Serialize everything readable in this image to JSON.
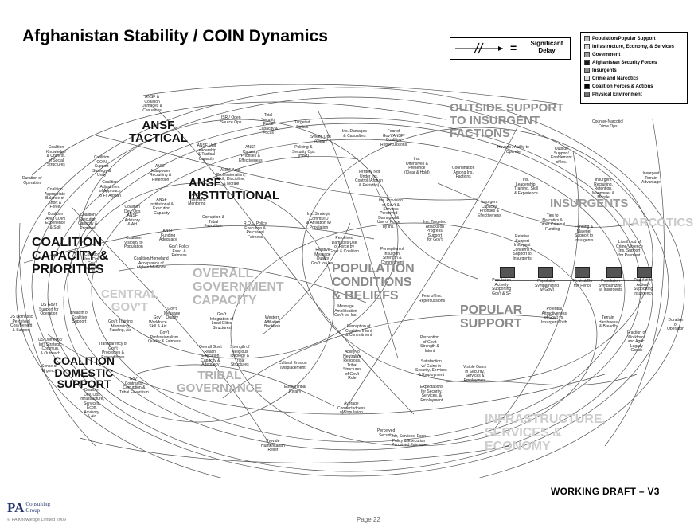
{
  "title": "Afghanistan Stability / COIN Dynamics",
  "delay_legend": {
    "symbol_icon": "double-hash-arrow",
    "equals": "=",
    "label": "Significant Delay"
  },
  "legend": [
    {
      "label": "Population/Popular Support",
      "color": "#bdbdbd"
    },
    {
      "label": "Infrastructure, Economy, & Services",
      "color": "#d9d9d9"
    },
    {
      "label": "Government",
      "color": "#9e9e9e"
    },
    {
      "label": "Afghanistan Security Forces",
      "color": "#1a1a1a"
    },
    {
      "label": "Insurgents",
      "color": "#8c8c8c"
    },
    {
      "label": "Crime and Narcotics",
      "color": "#e0e0e0"
    },
    {
      "label": "Coalition Forces & Actions",
      "color": "#000000"
    },
    {
      "label": "Physical Environment",
      "color": "#737373"
    }
  ],
  "sections": {
    "ansf_tactical": "ANSF\nTACTICAL",
    "ansf_institutional": "ANSF\nINSTITUTIONAL",
    "coalition_capacity": "COALITION\nCAPACITY &\nPRIORITIES",
    "coalition_domestic": "COALITION\nDOMESTIC\nSUPPORT",
    "outside_support": "OUTSIDE SUPPORT\nTO INSURGENT\nFACTIONS",
    "insurgents": "INSURGENTS",
    "narcotics": "NARCOTICS",
    "overall_government": "OVERALL\nGOVERNMENT\nCAPACITY",
    "central_govt": "CENTRAL\nGOV'T",
    "tribal_governance": "TRIBAL\nGOVERNANCE",
    "population_conditions": "POPULATION\nCONDITIONS\n& BELIEFS",
    "popular_support": "POPULAR\nSUPPORT",
    "infrastructure": "INFRASTRUCTURE,\nSERVICES &\nECONOMY"
  },
  "nodes": {
    "ansf_coalition_casualties": "ANSF &\nCoalition\nDamages &\nCasualties",
    "isr_open_source": "ISR / Open\nSource Ops",
    "total_security_force": "Total\nSecurity\nForce\nCapacity &\nFocus",
    "targeted_strikes": "Targeted\nStrikes",
    "sweep_ops": "Sweep Ops\n(Clear)",
    "policing_security_ops": "Policing &\nSecurity Ops\n(Hold)",
    "ins_damages": "Ins. Damages\n& Casualties",
    "fear_govt_ansf": "Fear of\nGov't/ANSF/\nCoalition\nRepercussions",
    "counter_narcotic": "Counter-Narcotic/\nCrime Ops",
    "ansf_unit_leadership": "ANSF Unit\nLeadership\n& Tactical\nCapacity",
    "ansf_capacity": "ANSF\nCapacity,\nPriorities &\nEffectiveness",
    "ansf_manpower": "ANSF\nManpower\nRecruiting &\nRetention",
    "ansf_professionalism": "ANSF Avail.\nProfessionalism,\nSkill, Discipline,\n& Morale",
    "ansf_training": "ANSF\nTraining &\nMentoring",
    "ansf_institutional_cap": "ANSF\nInstitutional &\nExecution\nCapacity",
    "ansf_funding": "ANSF\nFunding\nAdequacy",
    "corruption_tribal": "Corruption &\nTribal\nFavoritism",
    "rol_policy": "R.O.L. Policy\nExecution &\nPerceived\nFairness",
    "coalition_knowledge": "Coalition\nKnowledge\n& Underst.\nof Social\nStructures",
    "duration_operation_left": "Duration of\nOperation",
    "coalition_coin": "Coalition\nCOIN\nSupport\nStrategy &\nUnity",
    "coalition_appropriate": "Coalition\nAppropriate\nBalance of\nEffort &\nForce",
    "coalition_adjustment": "Coalition\nAdjustment\nof Approach\nto Fit Afghan",
    "coalition_dev_ops": "Coalition\nDev. Ops\nANSF\nAdvisory\n& Aid",
    "coalition_avail": "Coalition\nAvail COIN\nExperience\n& Skill",
    "coalition_exec": "Coalition\nExecution\nCapacity &\nPriorities",
    "coalition_visibility": "Coalition\nVisibility to\nPopulation",
    "coalition_gov_advisory": "Coalition\nIns. Ops\nGov't\nAdvisory\n& Aid",
    "coalition_homeland": "Coalition/Homeland\nAcceptance of\nAfghan Methods",
    "us_govt_support": "US Gov't\nSupport for\nOperation",
    "breadth_support": "Breadth of\nCoalition\nSupport",
    "us_domestic_perceived": "US Domestic\nPerceived\nCost/Benefit\n& Support",
    "us_domestic_intl": "US Domestic/\nInt'l Strategic\nCommun.\n& Outreach",
    "coalition_dev_infra": "Coalition\nDev. Ops\nInfrastructure,\nServices,\nEcon.\nAdvisory,\n& Aid",
    "ins_offensives": "Ins.\nOffensives &\nPresence\n(Clear & Hold)",
    "territory_not_under_ins": "Territory Not\nUnder Ins.\nControl (Afghan\n& Pakistan)",
    "ins_strategic_comm": "Ins. Strategic\nComms/IO\n& Affiliation w/\nPopulation",
    "ins_provision": "Ins. Provision\nof Gov't &\nServices",
    "perceived_damages": "Perceived\nDamages &\nUse of Force\nby Ins.",
    "ins_targeted_attacks": "Ins. Targeted\nAttacks on\nProgress/\nSupport\nfor Gov't",
    "perception_ins_strength": "Perception of\nInsurgent\nStrength &\nCommitment",
    "havens": "Havens / Ability to\nOperate",
    "outside_support_node": "Outside\nSupport/\nEnablement\nof Ins.",
    "coordination_factions": "Coordination\nAmong Ins.\nFactions",
    "ins_leadership": "Ins.\nLeadership,\nTraining, Skill\n& Experience",
    "insurgent_capacity": "Insurgent\nCapacity,\nPriorities &\nEffectiveness",
    "insurgent_recruiting": "Insurgent\nRecruiting,\nRetention,\nManpower &\nMorale",
    "insurgent_terrain": "Insurgent\nTerrain\nAdvantage",
    "ties_narcotics": "Ties to\nNarcotics &\nOther Criminal\nFunding",
    "funding_materiel": "Funding &\nMateriel\nSupport to\nInsurgents",
    "relative_support": "Relative\nSupport\nInsurgent\nConcerns /\nSupport to\nInsurgents",
    "likelihood_crime": "Likelihood of\nCrime/Violence\nIns. Support\nfor Payment",
    "pop_active_govt": "Population\nActively\nSupporting\nGov't & SF",
    "pop_sympathize_govt": "Population\nSympathizing\nw/ Gov't",
    "neutral_fence": "Neutral/On\nthe Fence",
    "pop_sympathize_ins": "Population\nSympathizing\nw/ Insurgents",
    "pop_active_ins": "Population\nActively\nSupporting\nInsurgency",
    "potential_attractiveness": "Potential\nAttractiveness\nof Gov't vs.\nInsurgent Path",
    "terrain_harshness": "Terrain\nHarshness\n& Breadth",
    "fraction_workforce": "Fraction of\nWorkforce\nand Agric.\nLegacy\nGoods",
    "duration_operation_right": "Duration\nof\nOperation",
    "perceived_damages_force": "Perceived\nDamages/Use\nof Force by\nGov't & Coalition",
    "relative_message": "Relative\nMessage\nQuality\nGov't vs. Ins.",
    "message_amplification": "Message\nAmplification\nGov't vs. Ins.",
    "fear_ins_repercussions": "Fear of Ins.\nRepercussions",
    "perception_coalition": "Perception of\nCoalition Intent\n& Commitment",
    "western_affiliation": "Western\nAffiliation\nBacklash",
    "perception_govt_strength": "Perception\nof Gov't\nStrength &\nIntent",
    "satisfaction_gains": "Satisfaction\nw/ Gains in\nSecurity, Services\n& Employment",
    "visible_gains": "Visible Gains\nin Security,\nServices &\nEmployment",
    "expectations_security": "Expectations\nfor Security,\nServices, &\nEmployment",
    "ability_to_neutralize": "Ability to\nNeutralize\nReligious,\nTribal\nStructures\nof Gov't\nRule",
    "strength_religious": "Strength of\nReligious\nIdeology &\nTribal\nStructures",
    "cultural_erosion": "Cultural Erosion\n/Displacement",
    "ethnic_tribal_rivalry": "Ethnic/Tribal\nRivalry",
    "average_connectedness": "Average\nConnectedness\nof Population",
    "perceived_security": "Perceived\nSecurity",
    "provide_humanitarian": "Provide\nHumanitarian\nRelief",
    "infra_services_econ": "Infr, Services, Econ\nPolicy & Execution\nPerceived Fairness",
    "govt_policy_fairness": "Gov't Policy\nExec. &\nFairness",
    "govt_professionalism": "Gov't\nProfessionalism\nQuality & Fairness",
    "govt_training_mentoring": "Gov't Training\nMentoring,\nFunding, Aid",
    "govt_workforce_skill": "Gov't\nWorkforce\nSkill & Aid",
    "transparency_govt": "Transparency of\nGov't\nProcesses &\nExpenditures",
    "govt_integration": "Gov't\nIntegration of\nLocal Elites\nStructures",
    "overall_govt_reach": "Overall Gov't\nReach,\nExecution\nCapacity &\nAdequacy",
    "govt_contractor": "Gov't\nContractor\nCorruption &\nTribal Favoritism",
    "govt_message_quality": "Gov't\nMessage\nQuality",
    "sense_urgency": "Sense of\nUrgency"
  },
  "footer": {
    "working_draft": "WORKING DRAFT – V3",
    "page": "Page 22",
    "logo_mark": "PA",
    "logo_name": "Consulting\nGroup",
    "copyright": "© PA Knowledge Limited 2009"
  }
}
